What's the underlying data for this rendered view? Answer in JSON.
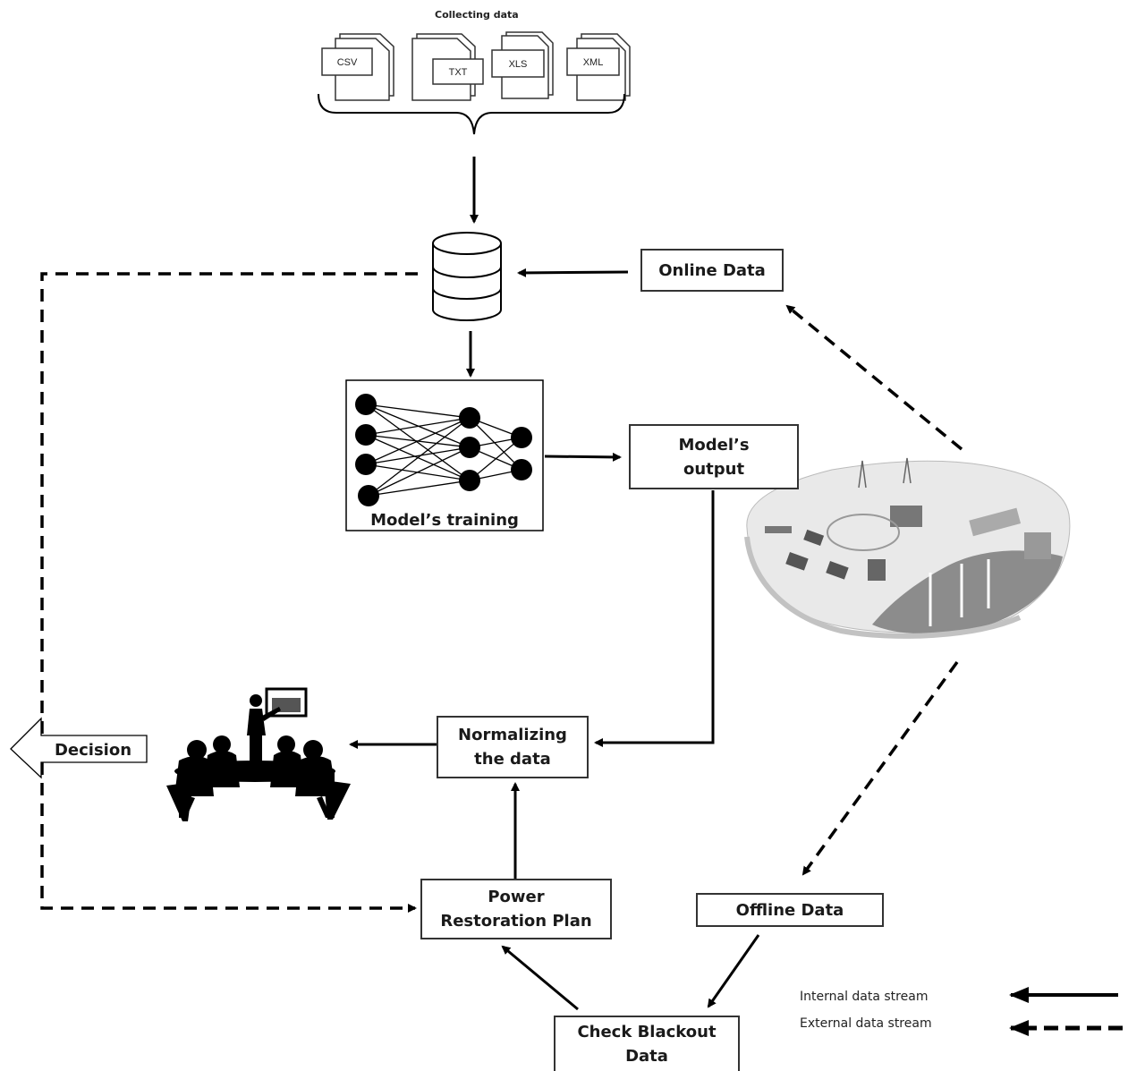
{
  "header": {
    "title": "Collecting data"
  },
  "files": [
    {
      "label": "CSV"
    },
    {
      "label": "TXT"
    },
    {
      "label": "XLS"
    },
    {
      "label": "XML"
    }
  ],
  "nodes": {
    "online_data": "Online Data",
    "model_training": "Model’s training",
    "model_output": "Model’s\noutput",
    "normalizing": "Normalizing\nthe data",
    "decision": "Decision",
    "power_plan": "Power\nRestoration Plan",
    "offline_data": "Offline Data",
    "check_blackout": "Check Blackout\nData"
  },
  "legend": {
    "internal": "Internal data stream",
    "external": "External data stream"
  },
  "icons": [
    "database-icon",
    "neural-network-icon",
    "meeting-silhouette-icon",
    "smart-grid-city-icon"
  ],
  "colors": {
    "line": "#000000",
    "box_border": "#333333"
  }
}
